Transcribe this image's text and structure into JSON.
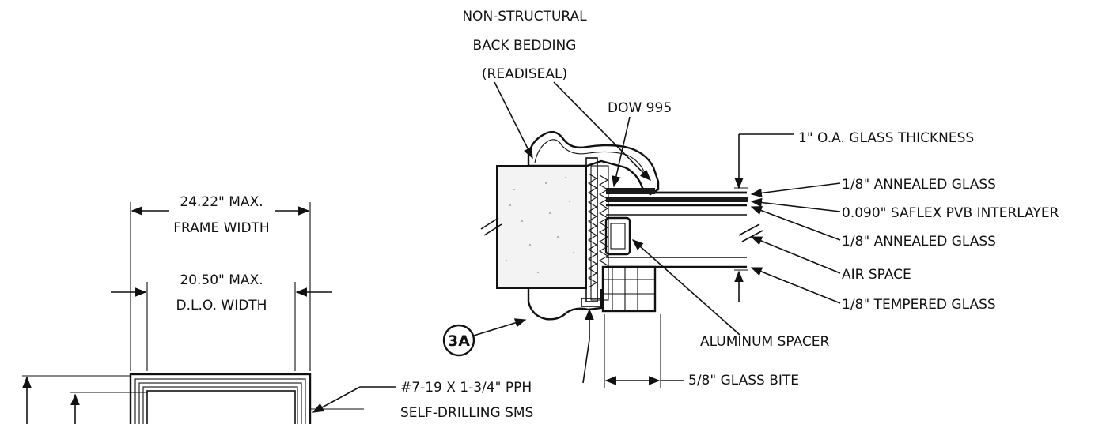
{
  "colors": {
    "ink": "#111111",
    "paper": "#ffffff",
    "insulation": "#f3f3f3"
  },
  "labels": {
    "backbed_1": "NON-STRUCTURAL",
    "backbed_2": "BACK BEDDING",
    "backbed_3": "(READISEAL)",
    "dow": "DOW 995",
    "oa_thickness": "1\" O.A. GLASS THICKNESS",
    "annealed_top": "1/8\" ANNEALED GLASS",
    "interlayer": "0.090\" SAFLEX PVB INTERLAYER",
    "annealed_bottom": "1/8\" ANNEALED GLASS",
    "air_space": "AIR SPACE",
    "tempered": "1/8\" TEMPERED GLASS",
    "spacer": "ALUMINUM SPACER",
    "glass_bite": "5/8\" GLASS BITE",
    "detail_ref": "3A",
    "screw_1": "#7-19 X 1-3/4\" PPH",
    "screw_2": "SELF-DRILLING SMS",
    "frame_width_1": "24.22\" MAX.",
    "frame_width_2": "FRAME WIDTH",
    "dlo_width_1": "20.50\" MAX.",
    "dlo_width_2": "D.L.O. WIDTH"
  }
}
